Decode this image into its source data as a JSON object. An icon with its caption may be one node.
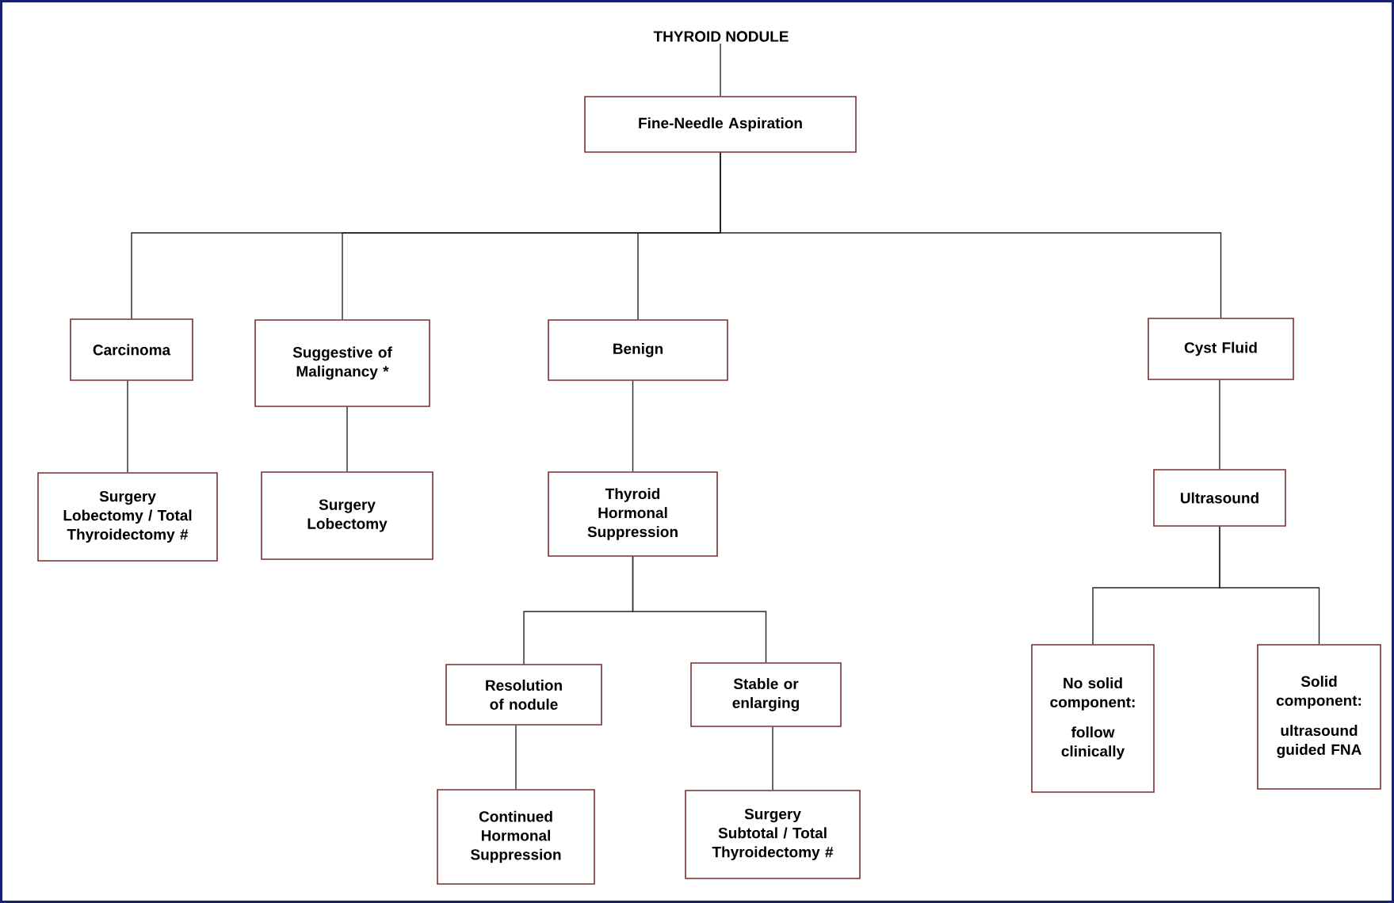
{
  "diagram": {
    "nodes": [
      {
        "text": [
          "THYROID NODULE"
        ]
      },
      {
        "text": [
          "Fine-Needle Aspiration"
        ]
      },
      {
        "text": [
          "Carcinoma"
        ]
      },
      {
        "text": [
          "Suggestive of Malignancy *"
        ]
      },
      {
        "text": [
          "Benign"
        ]
      },
      {
        "text": [
          "Cyst Fluid"
        ]
      },
      {
        "text": [
          "Surgery",
          "Lobectomy / Total Thyroidectomy #"
        ]
      },
      {
        "text": [
          "Surgery",
          "Lobectomy"
        ]
      },
      {
        "text": [
          "Thyroid Hormonal Suppression"
        ]
      },
      {
        "text": [
          "Ultrasound"
        ]
      },
      {
        "text": [
          "Resolution of nodule"
        ]
      },
      {
        "text": [
          "Stable or enlarging"
        ]
      },
      {
        "text": [
          "No solid component:",
          "follow clinically"
        ]
      },
      {
        "text": [
          "Solid component:",
          "ultrasound guided FNA"
        ]
      },
      {
        "text": [
          "Continued Hormonal Suppression"
        ]
      },
      {
        "text": [
          "Surgery",
          "Subtotal / Total Thyroidectomy #"
        ]
      }
    ],
    "edges": [
      {
        "from": 0,
        "to": 1,
        "arrow": "none"
      },
      {
        "from": 1,
        "to": 2,
        "arrow": "none"
      },
      {
        "from": 1,
        "to": 3,
        "arrow": "none"
      },
      {
        "from": 1,
        "to": 4,
        "arrow": "none"
      },
      {
        "from": 1,
        "to": 5,
        "arrow": "none"
      },
      {
        "from": 2,
        "to": 6,
        "arrow": "none"
      },
      {
        "from": 3,
        "to": 7,
        "arrow": "none"
      },
      {
        "from": 4,
        "to": 8,
        "arrow": "none"
      },
      {
        "from": 5,
        "to": 9,
        "arrow": "none"
      },
      {
        "from": 8,
        "to": 10,
        "arrow": "none"
      },
      {
        "from": 8,
        "to": 11,
        "arrow": "none"
      },
      {
        "from": 9,
        "to": 12,
        "arrow": "none"
      },
      {
        "from": 9,
        "to": 13,
        "arrow": "none"
      },
      {
        "from": 10,
        "to": 14,
        "arrow": "none"
      },
      {
        "from": 11,
        "to": 15,
        "arrow": "none"
      }
    ]
  }
}
